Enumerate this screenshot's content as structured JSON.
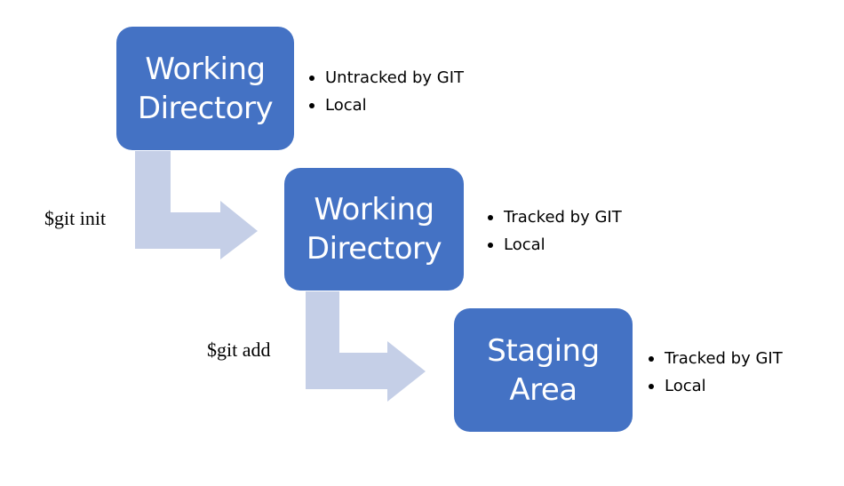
{
  "colors": {
    "box_fill": "#4472c4",
    "box_text": "#ffffff",
    "arrow_fill": "#c5cfe7",
    "text": "#000000"
  },
  "stages": [
    {
      "title_line1": "Working",
      "title_line2": "Directory",
      "notes": [
        "Untracked by GIT",
        "Local"
      ]
    },
    {
      "title_line1": "Working",
      "title_line2": "Directory",
      "notes": [
        "Tracked by GIT",
        "Local"
      ]
    },
    {
      "title_line1": "Staging",
      "title_line2": "Area",
      "notes": [
        "Tracked by GIT",
        "Local"
      ]
    }
  ],
  "transitions": [
    {
      "command": "$git init"
    },
    {
      "command": "$git add"
    }
  ]
}
